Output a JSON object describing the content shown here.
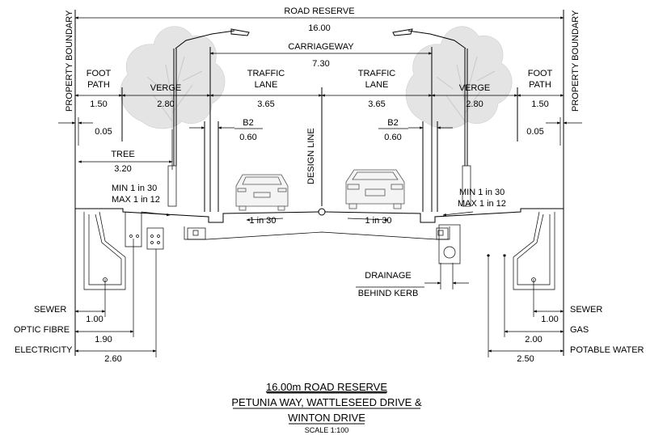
{
  "labels": {
    "road_reserve": "ROAD RESERVE",
    "road_reserve_width": "16.00",
    "carriageway": "CARRIAGEWAY",
    "carriageway_width": "7.30",
    "property_boundary": "PROPERTY BOUNDARY",
    "foot_path_1": "FOOT",
    "foot_path_2": "PATH",
    "foot_path_width": "1.50",
    "verge": "VERGE",
    "verge_width": "2.80",
    "traffic_1": "TRAFFIC",
    "lane": "LANE",
    "lane_width": "3.65",
    "offset_005": "0.05",
    "b2": "B2",
    "b2_width": "0.60",
    "design_line": "DESIGN LINE",
    "tree": "TREE",
    "tree_offset": "3.20",
    "min_1_in_30": "MIN 1 in 30",
    "max_1_in_12": "MAX 1 in 12",
    "crossfall": "1 in 30",
    "drainage": "DRAINAGE",
    "behind_kerb": "BEHIND KERB",
    "sewer": "SEWER",
    "optic_fibre": "OPTIC FIBRE",
    "electricity": "ELECTRICITY",
    "gas": "GAS",
    "potable_water": "POTABLE WATER",
    "left_sewer_dim": "1.00",
    "left_optic_dim": "1.90",
    "left_elec_dim": "2.60",
    "right_sewer_dim": "1.00",
    "right_gas_dim": "2.00",
    "right_water_dim": "2.50"
  },
  "title": {
    "line1": "16.00m ROAD RESERVE",
    "line2": "PETUNIA WAY, WATTLESEED DRIVE &",
    "line3": "WINTON DRIVE",
    "scale": "SCALE 1:100"
  }
}
